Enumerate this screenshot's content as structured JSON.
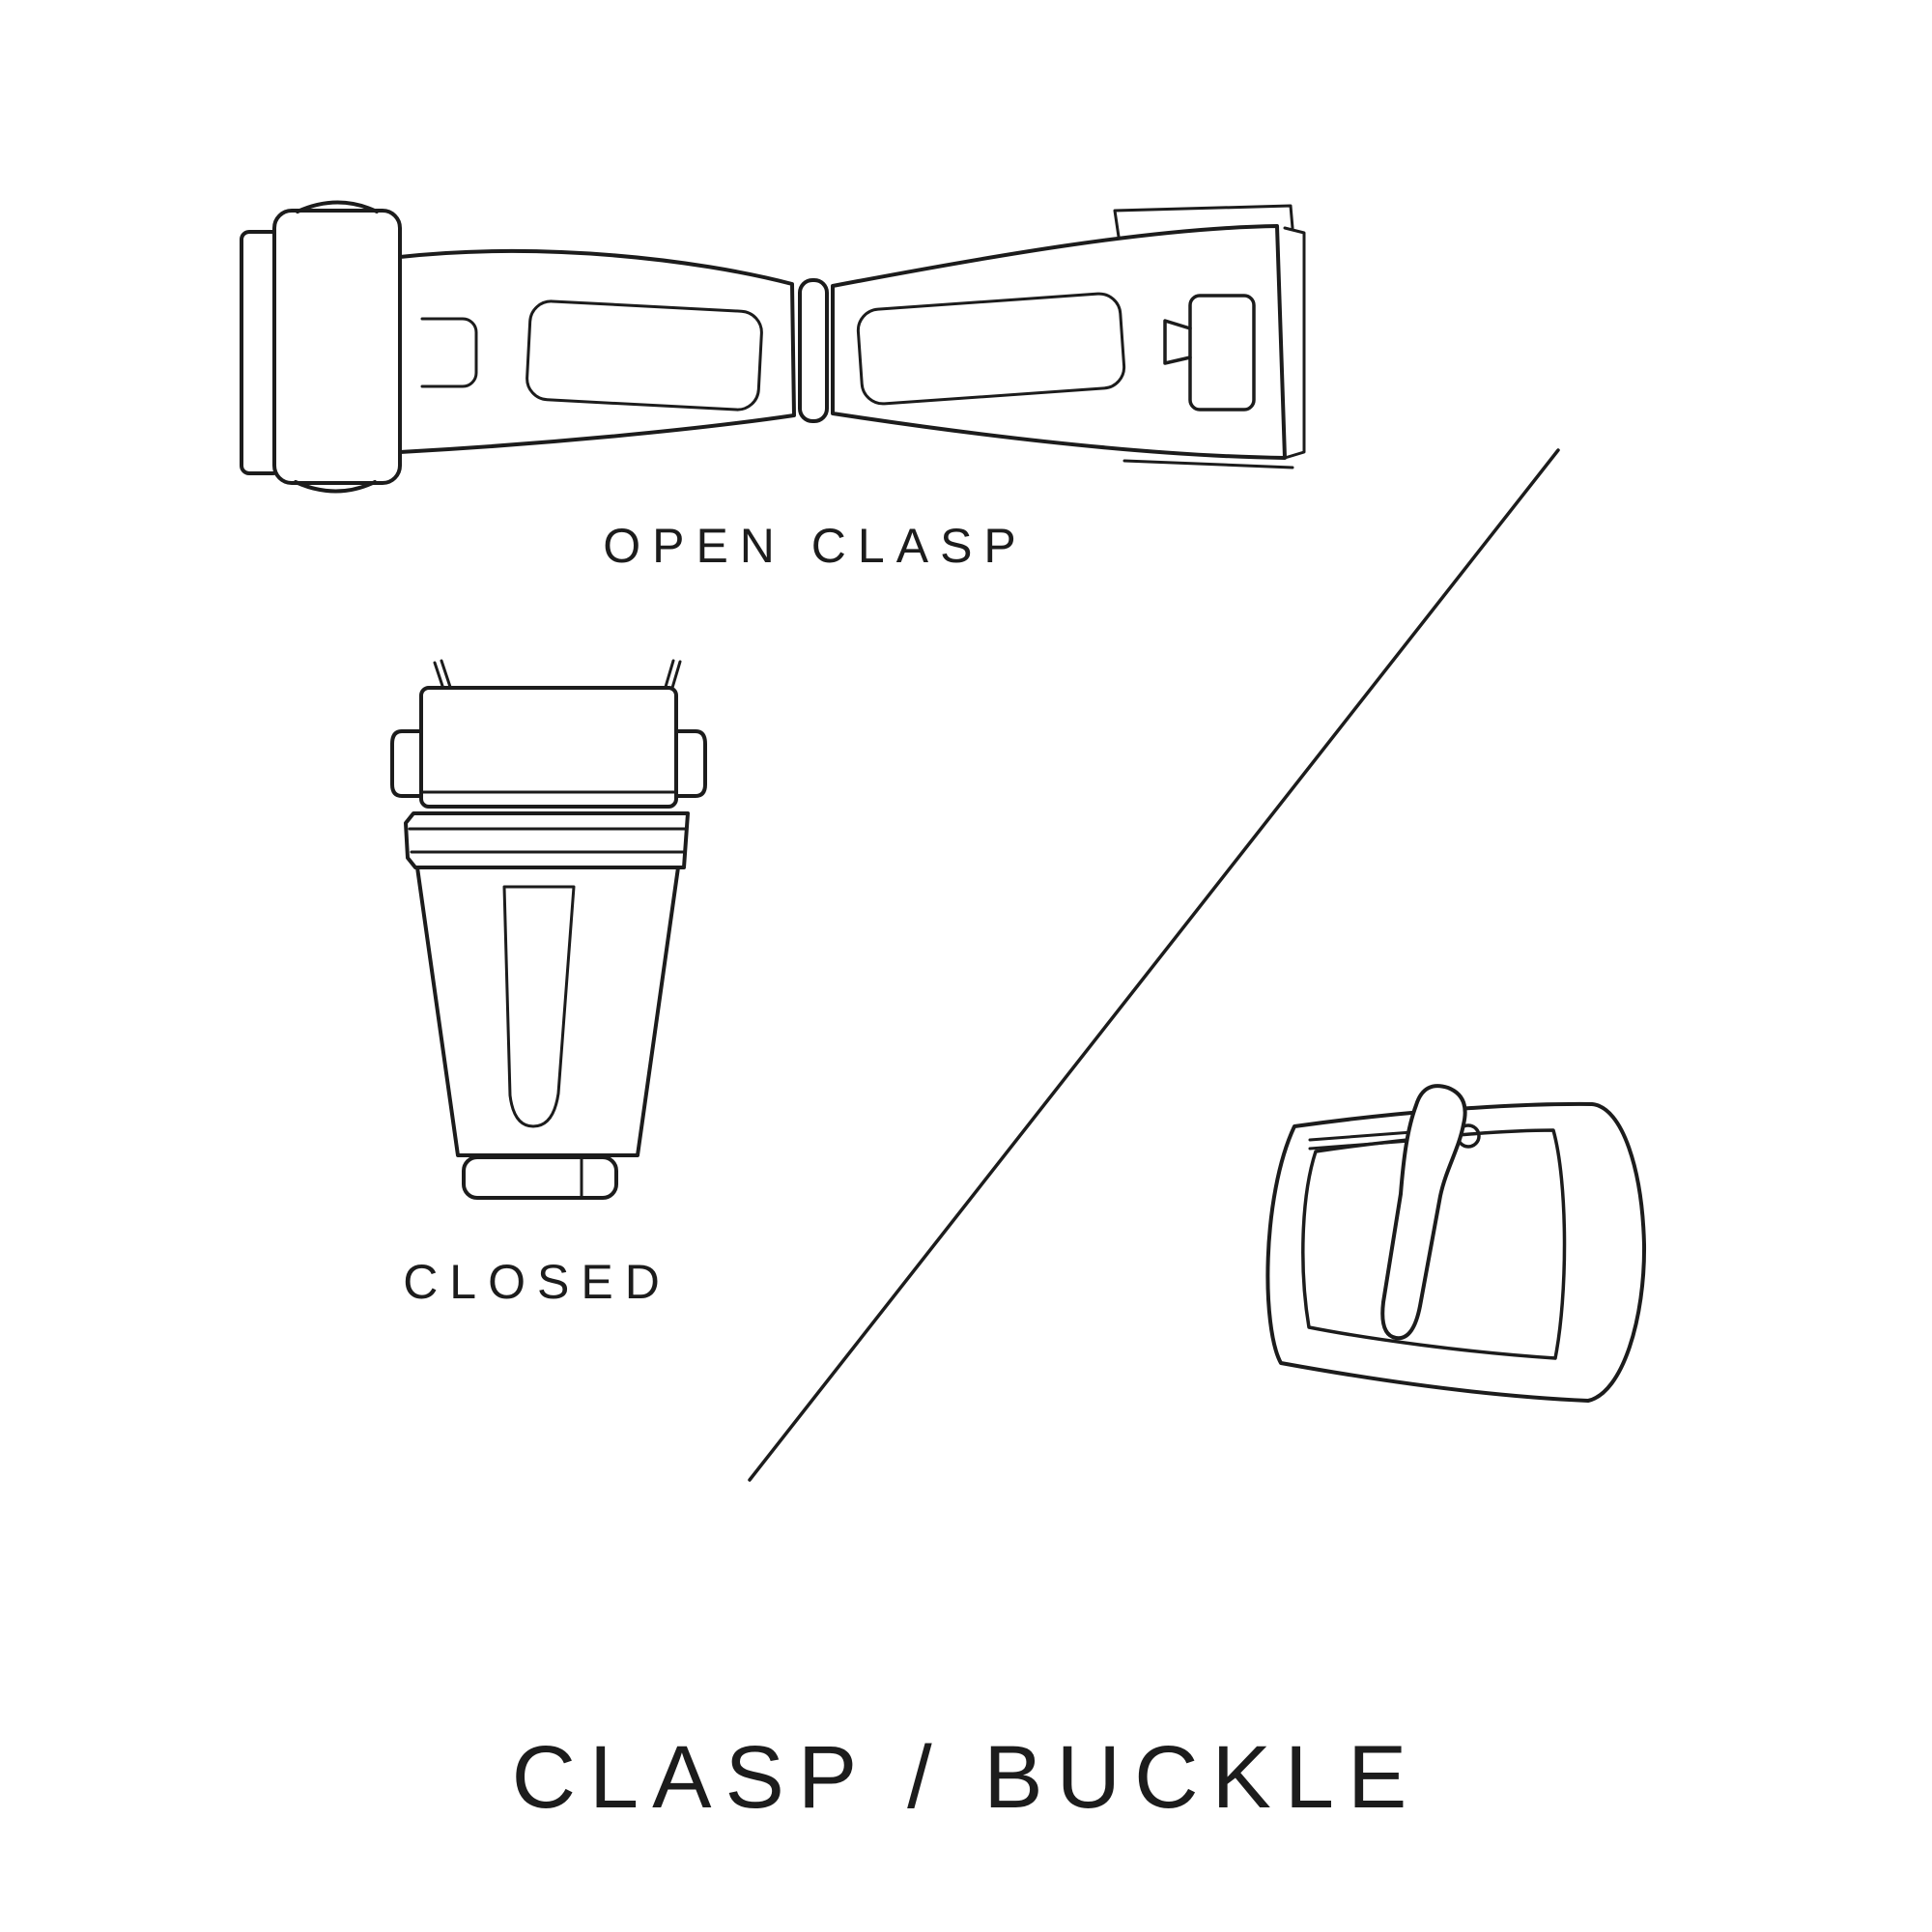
{
  "title": "CLASP / BUCKLE",
  "labels": {
    "open_clasp": "OPEN CLASP",
    "closed": "CLOSED"
  },
  "illustrations": {
    "open_clasp": "open-clasp-illustration",
    "closed_clasp": "closed-clasp-illustration",
    "buckle": "buckle-illustration",
    "divider": "divider-line"
  },
  "colors": {
    "ink": "#1c1c1c",
    "background": "#ffffff"
  }
}
